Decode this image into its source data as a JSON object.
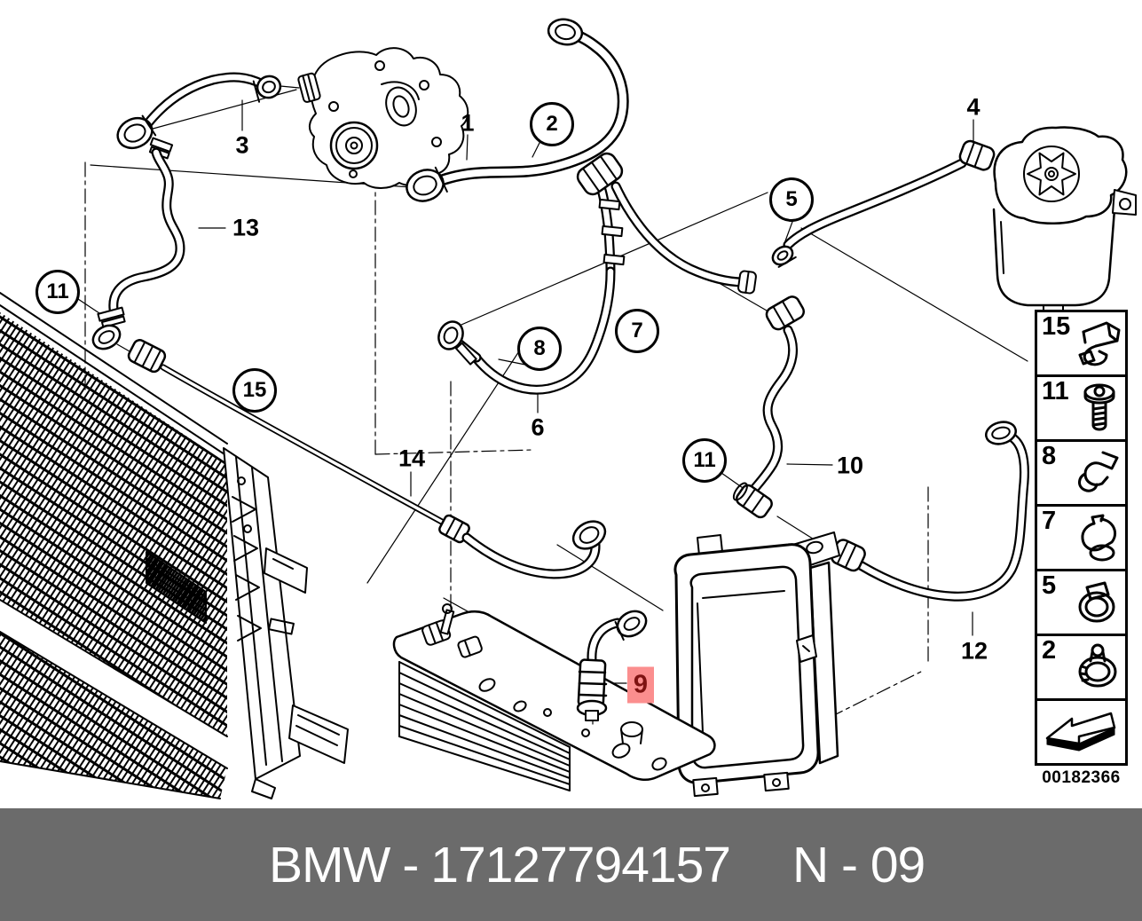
{
  "footer": {
    "brand": "BMW",
    "separator": "-",
    "part_number": "17127794157",
    "page_code": "N - 09"
  },
  "diagram_number": "00182366",
  "colors": {
    "highlight_bg": "#fb8e8e",
    "highlight_text": "#7e1211",
    "footer_bg": "#6b6b6b",
    "footer_text": "#ffffff",
    "line": "#000000",
    "background": "#ffffff"
  },
  "callouts": {
    "items": [
      {
        "label": "1",
        "style": "plain"
      },
      {
        "label": "2",
        "style": "circled"
      },
      {
        "label": "3",
        "style": "plain"
      },
      {
        "label": "4",
        "style": "plain"
      },
      {
        "label": "5",
        "style": "circled"
      },
      {
        "label": "6",
        "style": "plain"
      },
      {
        "label": "7",
        "style": "circled"
      },
      {
        "label": "8",
        "style": "circled"
      },
      {
        "label": "9",
        "style": "highlighted"
      },
      {
        "label": "10",
        "style": "plain"
      },
      {
        "label": "11",
        "style": "circled"
      },
      {
        "label": "11",
        "style": "circled"
      },
      {
        "label": "12",
        "style": "plain"
      },
      {
        "label": "13",
        "style": "plain"
      },
      {
        "label": "14",
        "style": "plain"
      },
      {
        "label": "15",
        "style": "circled"
      }
    ]
  },
  "legend": {
    "items": [
      {
        "number": "15",
        "icon": "hose-clip-icon"
      },
      {
        "number": "11",
        "icon": "torx-screw-icon"
      },
      {
        "number": "8",
        "icon": "wire-clip-icon"
      },
      {
        "number": "7",
        "icon": "spring-clamp-icon"
      },
      {
        "number": "5",
        "icon": "hose-clamp-icon"
      },
      {
        "number": "2",
        "icon": "worm-drive-clamp-icon"
      }
    ],
    "arrow_icon": "direction-arrow-icon"
  }
}
